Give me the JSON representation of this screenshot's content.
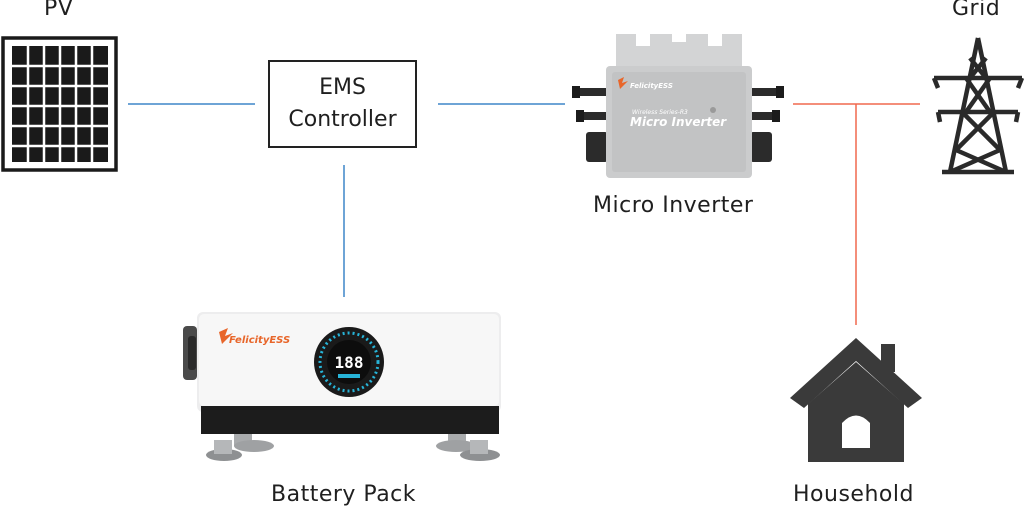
{
  "nodes": {
    "pv": "PV",
    "grid": "Grid",
    "ems_line1": "EMS",
    "ems_line2": "Controller",
    "micro_inverter": "Micro Inverter",
    "battery_pack": "Battery Pack",
    "household": "Household"
  },
  "inverter_device": {
    "brand": "FelicityESS",
    "series": "Wireless Series-R3",
    "model": "Micro Inverter"
  },
  "battery_device": {
    "brand": "FelicityESS",
    "display_value": "188"
  },
  "colors": {
    "dc_link": "#3f86c8",
    "ac_link": "#f0694f",
    "brand": "#e8662a"
  }
}
